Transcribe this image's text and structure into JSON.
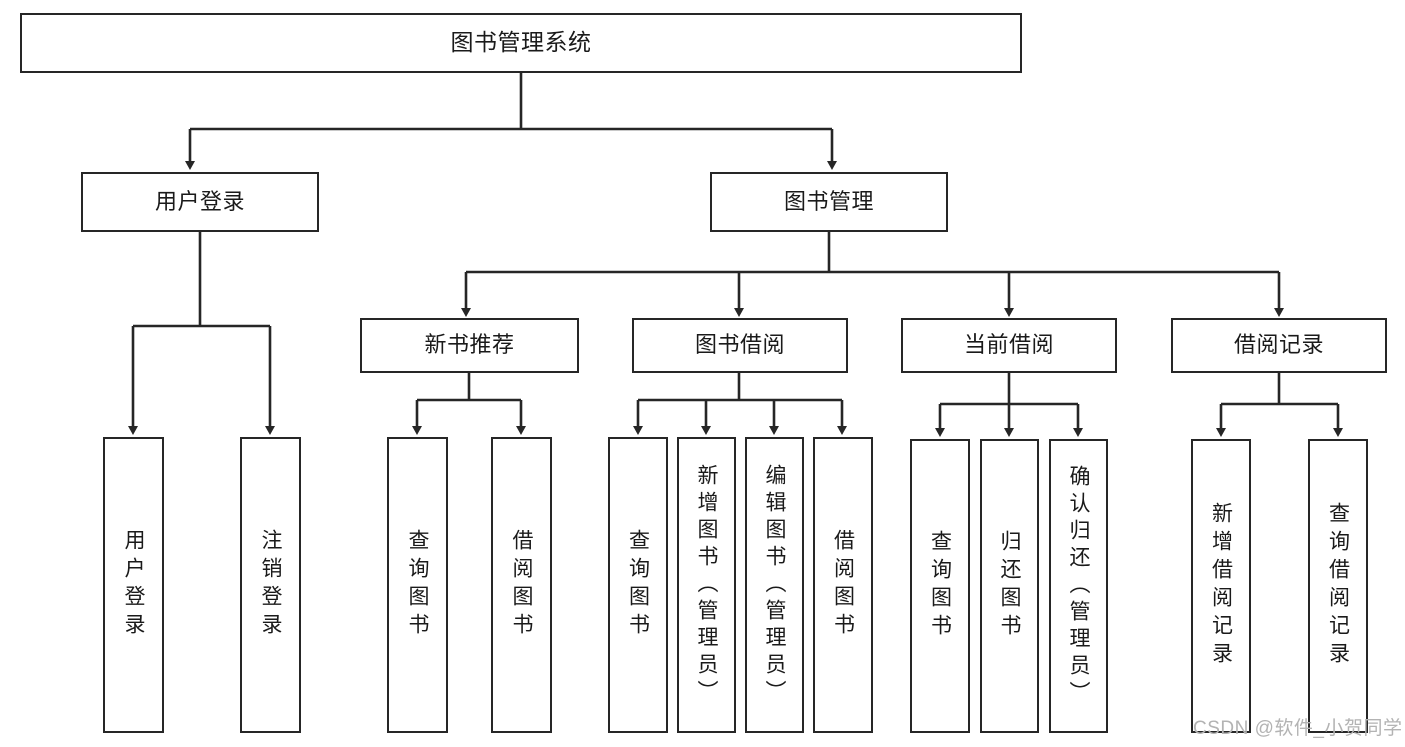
{
  "diagram": {
    "title": "图书管理系统",
    "type": "tree-hierarchy",
    "watermark": "CSDN @软件_小贺同学",
    "colors": {
      "box_border": "#262626",
      "box_fill": "#ffffff",
      "edge": "#262626",
      "text": "#1a1a1a",
      "watermark": "#b3b3b3",
      "background": "#ffffff"
    },
    "nodes": {
      "root": {
        "label": "图书管理系统"
      },
      "level1": [
        {
          "id": "user-login",
          "label": "用户登录"
        },
        {
          "id": "book-manage",
          "label": "图书管理"
        }
      ],
      "level2": [
        {
          "id": "new-book-rec",
          "label": "新书推荐"
        },
        {
          "id": "book-borrow",
          "label": "图书借阅"
        },
        {
          "id": "current-borrow",
          "label": "当前借阅"
        },
        {
          "id": "borrow-record",
          "label": "借阅记录"
        }
      ],
      "leaves": {
        "user_login": [
          {
            "id": "leaf-user-login",
            "label": "用户登录"
          },
          {
            "id": "leaf-logout",
            "label": "注销登录"
          }
        ],
        "new_book_rec": [
          {
            "id": "leaf-query-book-1",
            "label": "查询图书"
          },
          {
            "id": "leaf-borrow-book-1",
            "label": "借阅图书"
          }
        ],
        "book_borrow": [
          {
            "id": "leaf-query-book-2",
            "label": "查询图书"
          },
          {
            "id": "leaf-add-book",
            "label": "新增图书（管理员）"
          },
          {
            "id": "leaf-edit-book",
            "label": "编辑图书（管理员）"
          },
          {
            "id": "leaf-borrow-book-2",
            "label": "借阅图书"
          }
        ],
        "current_borrow": [
          {
            "id": "leaf-query-book-3",
            "label": "查询图书"
          },
          {
            "id": "leaf-return-book",
            "label": "归还图书"
          },
          {
            "id": "leaf-confirm-return",
            "label": "确认归还（管理员）"
          }
        ],
        "borrow_record": [
          {
            "id": "leaf-add-record",
            "label": "新增借阅记录"
          },
          {
            "id": "leaf-query-record",
            "label": "查询借阅记录"
          }
        ]
      }
    }
  }
}
